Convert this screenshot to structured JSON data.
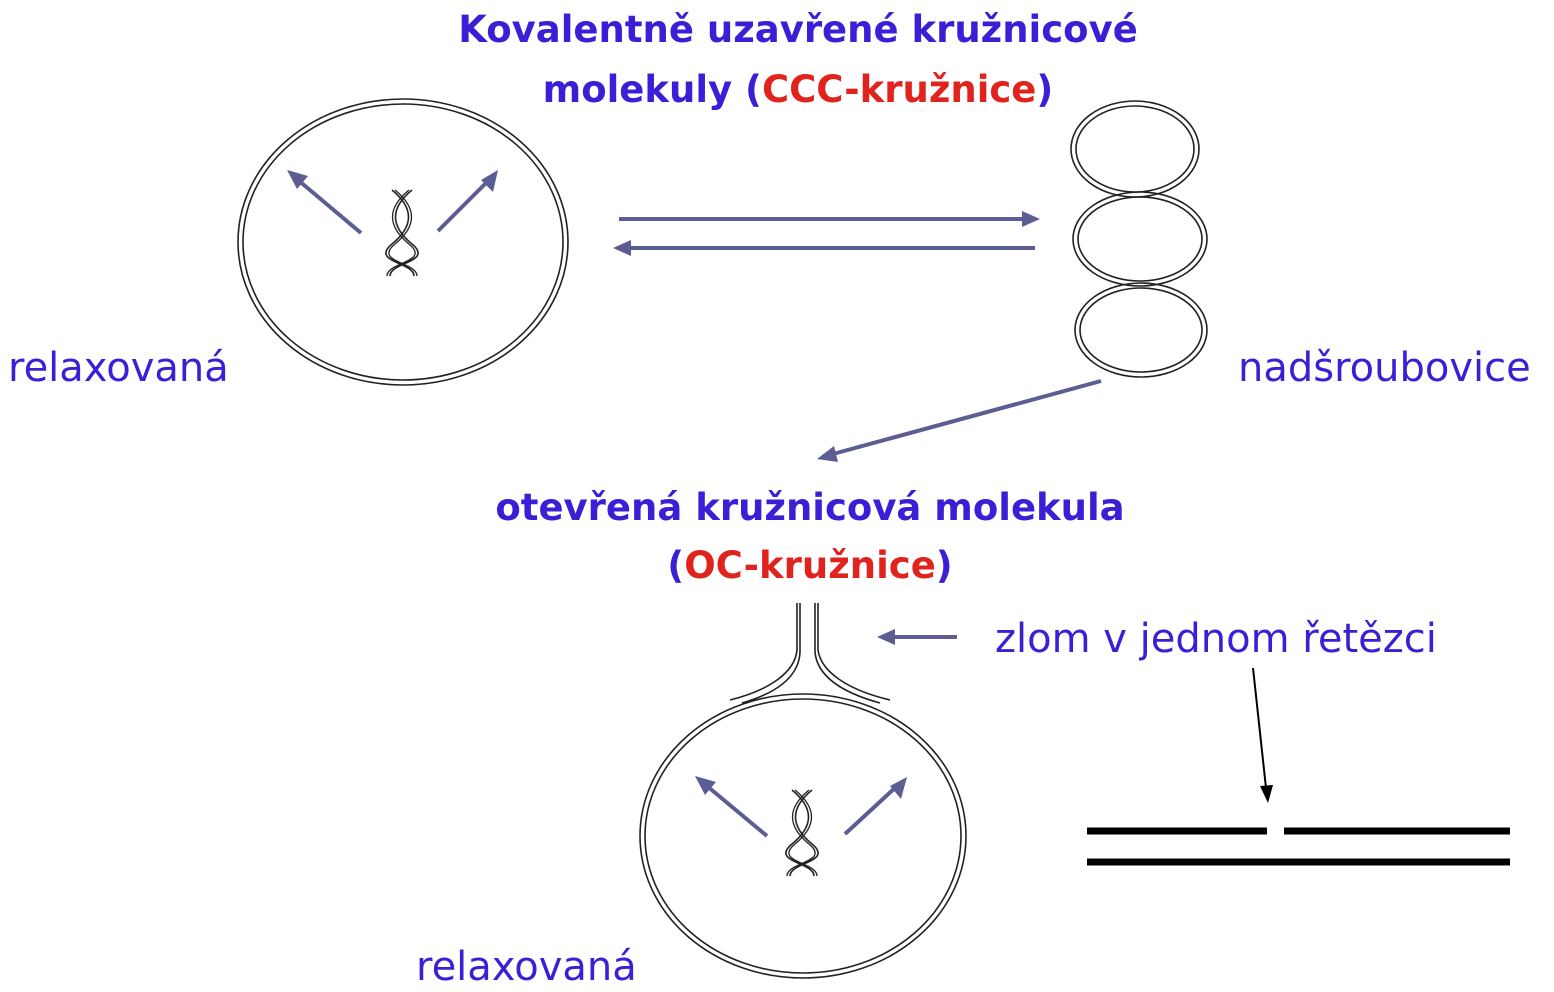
{
  "ccc_title": {
    "line1": "Kovalentně uzavřené kružnicové",
    "line2_pre": "molekuly (",
    "line2_highlight": "CCC-kružnice",
    "line2_post": ")"
  },
  "labels": {
    "relaxed_top": "relaxovaná",
    "supercoiled": "nadšroubovice",
    "relaxed_bottom": "relaxovaná",
    "nick": "zlom v jednom řetězci"
  },
  "oc_title": {
    "line1": "otevřená kružnicová molekula",
    "line2_pre": "(",
    "line2_highlight": "OC-kružnice",
    "line2_post": ")"
  },
  "colors": {
    "text": "#3a1fd6",
    "highlight": "#e0231d",
    "arrow": "#5b5d93",
    "line": "#000000"
  }
}
